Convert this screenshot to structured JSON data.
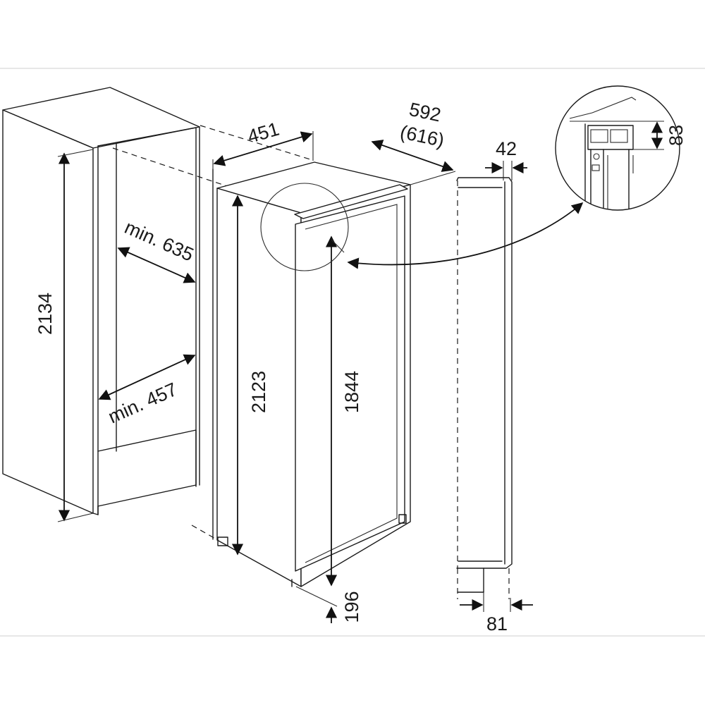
{
  "labels": {
    "cabinet_height": "2134",
    "min_depth": "min. 635",
    "min_width": "min. 457",
    "appliance_depth": "451",
    "appliance_width": "592",
    "appliance_width_alt": "(616)",
    "appliance_height": "2123",
    "door_height": "1844",
    "plinth_height": "196",
    "door_thickness": "42",
    "door_offset": "81",
    "hinge_height": "83"
  },
  "colors": {
    "line": "#1a1a1a",
    "frame_border": "#cfcfcf",
    "background": "#ffffff"
  }
}
